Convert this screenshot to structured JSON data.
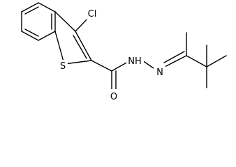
{
  "molecule": {
    "atoms": {
      "cl": "Cl",
      "s": "S",
      "o": "O",
      "nh": "NH",
      "n": "N"
    }
  }
}
